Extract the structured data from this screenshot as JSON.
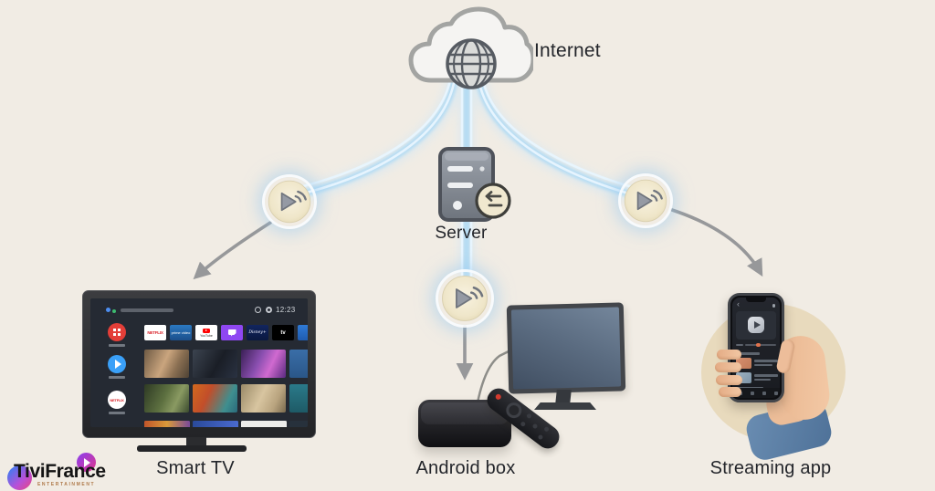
{
  "colors": {
    "bg": "#f1ece4",
    "stream-blue": "#a8d8f5",
    "stream-blue-light": "#cfe7f8",
    "arrow-gray": "#97989a",
    "badge-beige": "#f0e8cf",
    "label-color": "#24262b",
    "tv-screen-bg": "#252a33",
    "accent-orange": "#e0734d",
    "sleeve-blue": "#5e82a8",
    "skin-tone": "#ecbd98",
    "beige-circle": "#e8dabd"
  },
  "nodes": {
    "internet": {
      "label": "Internet"
    },
    "server": {
      "label": "Server"
    },
    "smart_tv": {
      "label": "Smart TV"
    },
    "android_box": {
      "label": "Android box"
    },
    "streaming_app": {
      "label": "Streaming app"
    }
  },
  "tv": {
    "status_time": "12:23",
    "apps": [
      {
        "label": "NETFLIX"
      },
      {
        "label": "prime video"
      },
      {
        "label": "YouTube"
      },
      {
        "label": "Twitch"
      },
      {
        "label": "Disney+"
      },
      {
        "label": "tv"
      }
    ],
    "rail_netflix_label": "NETFLIX",
    "rail_icons": [
      "apps-grid-icon",
      "play-icon",
      "netflix-icon"
    ]
  },
  "icons": {
    "cloud_globe": "internet-cloud-globe-icon",
    "server": "server-tower-icon",
    "cast": "play-cast-stream-icon"
  },
  "logo": {
    "title": "TiviFrance",
    "subtitle": "ENTERTAINMENT"
  }
}
